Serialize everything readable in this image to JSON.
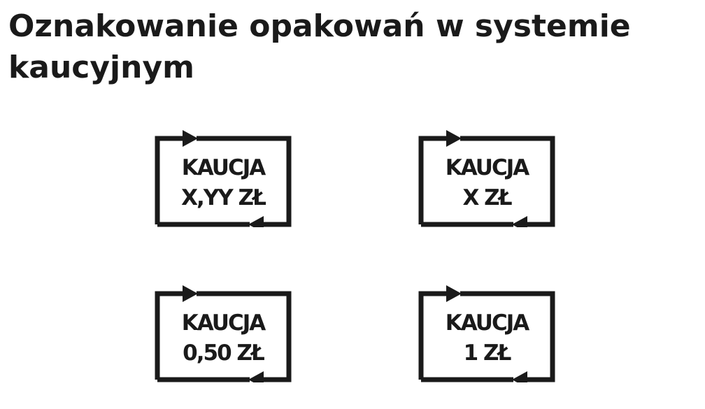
{
  "title": "Oznakowanie opakowań w systemie kaucyjnym",
  "colors": {
    "ink": "#1a1a1a",
    "background": "#ffffff"
  },
  "marks": [
    {
      "line1": "KAUCJA",
      "line2": "X,YY ZŁ"
    },
    {
      "line1": "KAUCJA",
      "line2": "X ZŁ"
    },
    {
      "line1": "KAUCJA",
      "line2": "0,50 ZŁ"
    },
    {
      "line1": "KAUCJA",
      "line2": "1 ZŁ"
    }
  ]
}
